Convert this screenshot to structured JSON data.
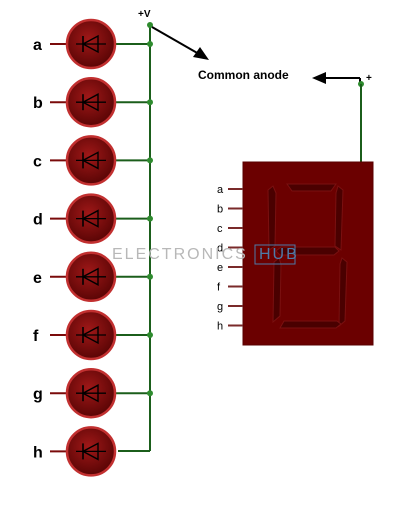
{
  "supply_label": "+V",
  "common_anode_label": "Common anode",
  "plus_label": "+",
  "segments": [
    {
      "label": "a"
    },
    {
      "label": "b"
    },
    {
      "label": "c"
    },
    {
      "label": "d"
    },
    {
      "label": "e"
    },
    {
      "label": "f"
    },
    {
      "label": "g"
    },
    {
      "label": "h"
    }
  ],
  "display_pins": [
    {
      "label": "a"
    },
    {
      "label": "b"
    },
    {
      "label": "c"
    },
    {
      "label": "d"
    },
    {
      "label": "e"
    },
    {
      "label": "f"
    },
    {
      "label": "g"
    },
    {
      "label": "h"
    }
  ],
  "watermark": {
    "part1": "ELECTRONICS",
    "part2": "HUB"
  },
  "colors": {
    "led_body": "#7a0a0a",
    "led_rim": "#c23030",
    "wire": "#1b5e1b",
    "node": "#2e8b2e",
    "display_body": "#6b0000",
    "display_segment": "#4a0000",
    "pin": "#7a2a2a",
    "watermark_gray": "#b8b8b8",
    "watermark_blue": "#4e7aa8"
  }
}
